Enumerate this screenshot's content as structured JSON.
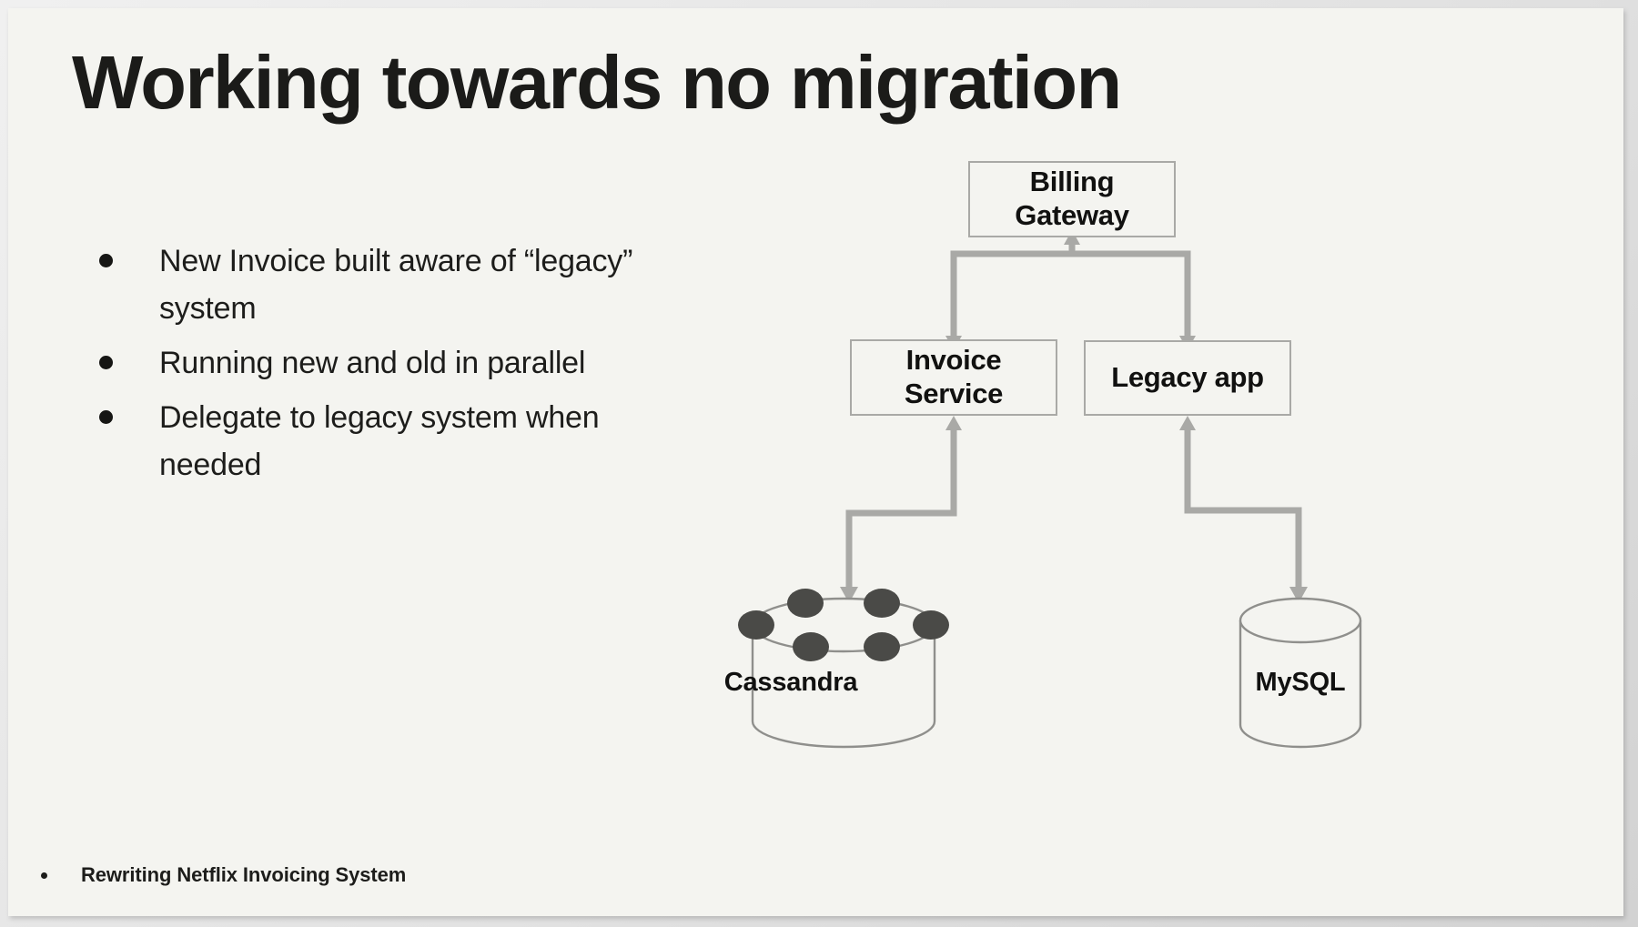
{
  "slide": {
    "title": "Working towards no migration",
    "background_color": "#f4f4f0",
    "text_color": "#1d1d1b",
    "connector_color": "#a9a9a6"
  },
  "bullets": [
    {
      "text": "New Invoice built aware of “legacy” system"
    },
    {
      "text": "Running new and old in parallel"
    },
    {
      "text": "Delegate to legacy system when needed"
    }
  ],
  "diagram": {
    "nodes": [
      {
        "id": "billing-gateway",
        "label": "Billing\nGateway",
        "shape": "box"
      },
      {
        "id": "invoice-service",
        "label": "Invoice\nService",
        "shape": "box"
      },
      {
        "id": "legacy-app",
        "label": "Legacy app",
        "shape": "box"
      },
      {
        "id": "cassandra",
        "label": "Cassandra",
        "shape": "ring-cylinder",
        "ring_nodes": 6
      },
      {
        "id": "mysql",
        "label": "MySQL",
        "shape": "cylinder"
      }
    ],
    "edges": [
      {
        "from": "invoice-service",
        "to": "billing-gateway",
        "style": "elbow",
        "arrows": "both"
      },
      {
        "from": "legacy-app",
        "to": "billing-gateway",
        "style": "elbow",
        "arrows": "both"
      },
      {
        "from": "invoice-service",
        "to": "cassandra",
        "style": "elbow",
        "arrows": "both"
      },
      {
        "from": "legacy-app",
        "to": "mysql",
        "style": "elbow",
        "arrows": "both"
      }
    ]
  },
  "footer": {
    "bullet": "•",
    "text": "Rewriting Netflix Invoicing System"
  }
}
